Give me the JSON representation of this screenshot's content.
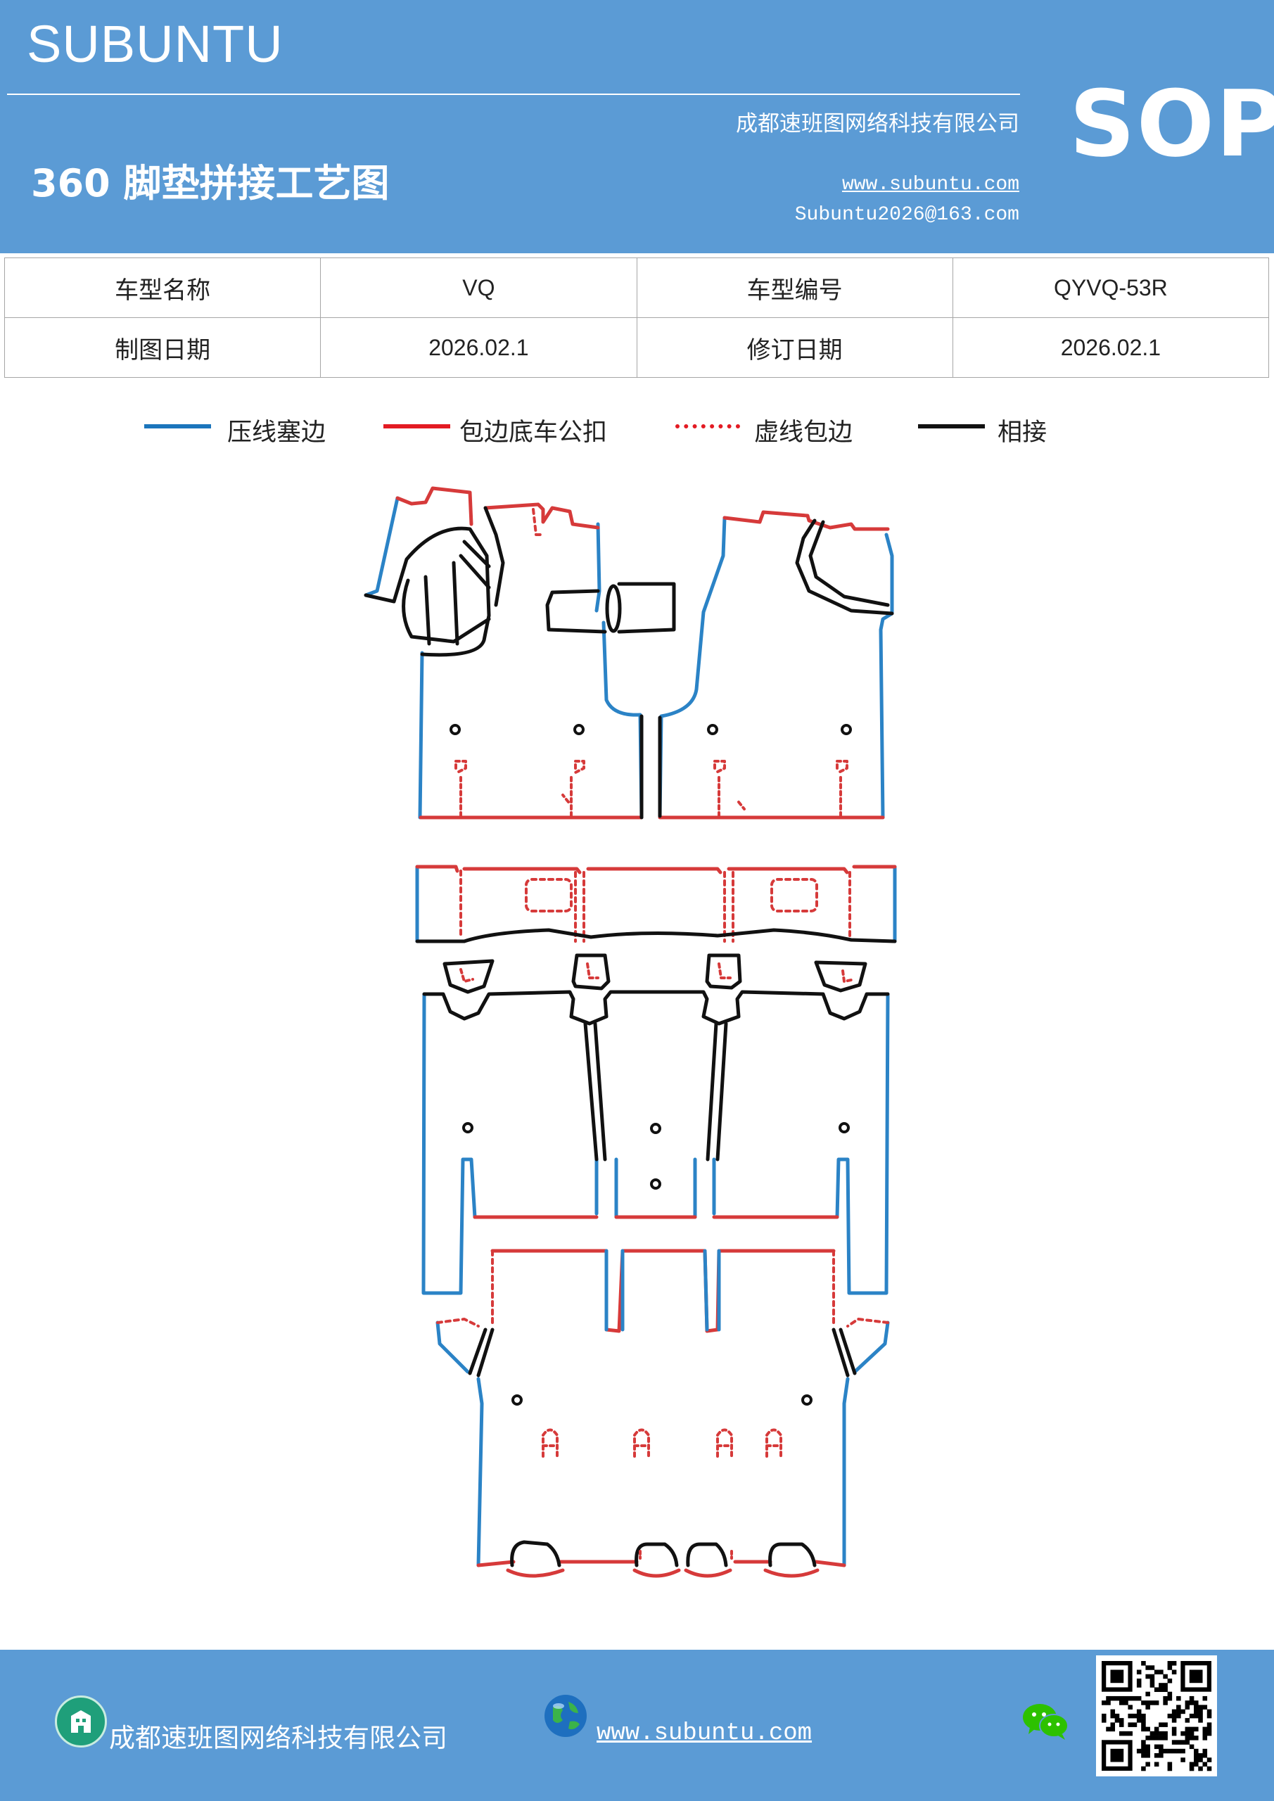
{
  "header": {
    "brand": "SUBUNTU",
    "company": "成都速班图网络科技有限公司",
    "title": "360 脚垫拼接工艺图",
    "website": "www.subuntu.com",
    "email": "Subuntu2026@163.com",
    "badge": "SOP",
    "bg_color": "#5b9bd5"
  },
  "info_table": {
    "rows": [
      [
        "车型名称",
        "VQ",
        "车型编号",
        "QYVQ-53R"
      ],
      [
        "制图日期",
        "2026.02.1",
        "修订日期",
        "2026.02.1"
      ]
    ]
  },
  "legend": [
    {
      "label": "压线塞边",
      "color": "#1b75bc",
      "style": "solid"
    },
    {
      "label": "包边底车公扣",
      "color": "#e31b23",
      "style": "solid"
    },
    {
      "label": "虚线包边",
      "color": "#e31b23",
      "style": "dotted"
    },
    {
      "label": "相接",
      "color": "#111111",
      "style": "solid"
    }
  ],
  "colors": {
    "press_line": "#2b83c6",
    "binding": "#d63a3a",
    "joint": "#111111"
  },
  "footer": {
    "company": "成都速班图网络科技有限公司",
    "website": "www.subuntu.com",
    "company_icon": "building-icon",
    "globe_icon": "globe-icon",
    "wechat_icon": "wechat-icon",
    "qr_code": "qr-code"
  }
}
